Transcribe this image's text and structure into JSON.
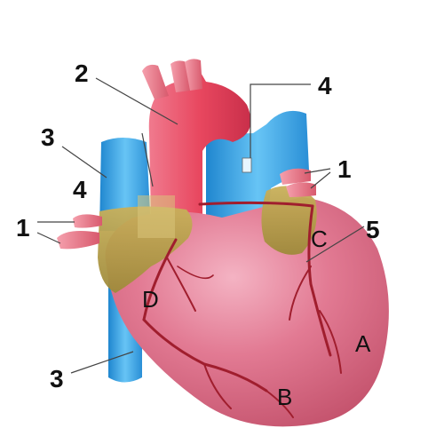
{
  "labels": {
    "num_1_right": "1",
    "num_1_left": "1",
    "num_2": "2",
    "num_3_top": "3",
    "num_3_bottom": "3",
    "num_4_top": "4",
    "num_4_left": "4",
    "num_5": "5",
    "letter_a": "A",
    "letter_b": "B",
    "letter_c": "C",
    "letter_d": "D"
  },
  "colors": {
    "heart": "#d9607a",
    "heart_dark": "#b8475f",
    "aorta": "#e04560",
    "vein_blue": "#3aa7e6",
    "atrium": "#b9a24a",
    "artery_vessel": "#a01e2e",
    "small_vessel_pink": "#e8707e"
  }
}
